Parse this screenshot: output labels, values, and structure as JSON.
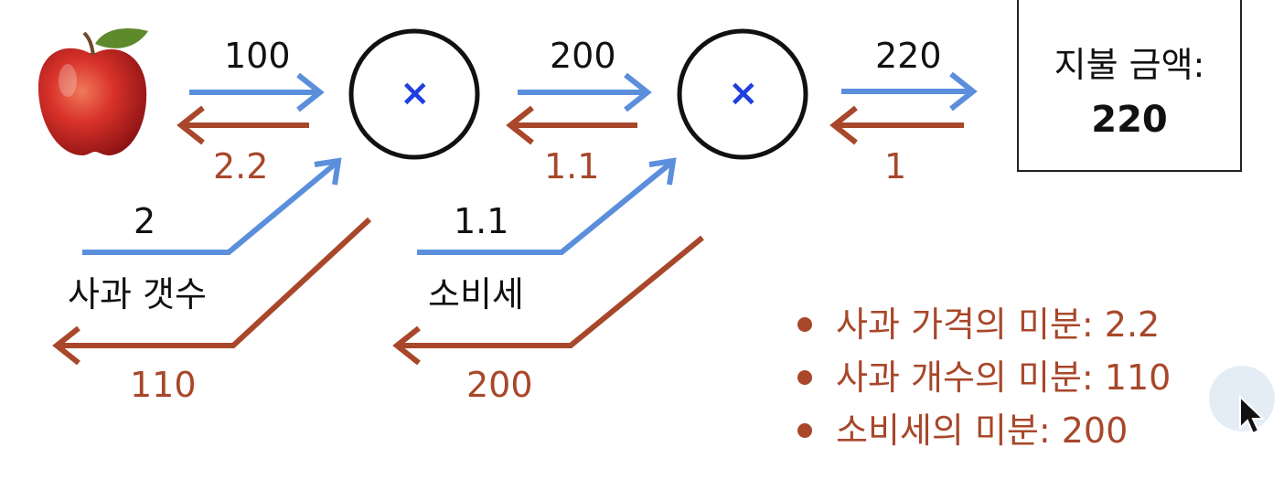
{
  "colors": {
    "forward": "#5b8fdc",
    "backward": "#a8472a",
    "operator": "#1f3fe0",
    "text": "#111111"
  },
  "nodes": [
    {
      "symbol": "×"
    },
    {
      "symbol": "×"
    }
  ],
  "forward_values": [
    "100",
    "200",
    "220"
  ],
  "backward_values": [
    "2.2",
    "1.1",
    "1"
  ],
  "inputs": [
    {
      "name": "사과 갯수",
      "forward": "2",
      "backward": "110"
    },
    {
      "name": "소비세",
      "forward": "1.1",
      "backward": "200"
    }
  ],
  "payment": {
    "title": "지불 금액:",
    "value": "220"
  },
  "bullets": [
    "사과 가격의 미분: 2.2",
    "사과 개수의 미분: 110",
    "소비세의 미분: 200"
  ],
  "icons": {
    "apple": "apple-icon",
    "cursor": "mouse-pointer-icon"
  }
}
